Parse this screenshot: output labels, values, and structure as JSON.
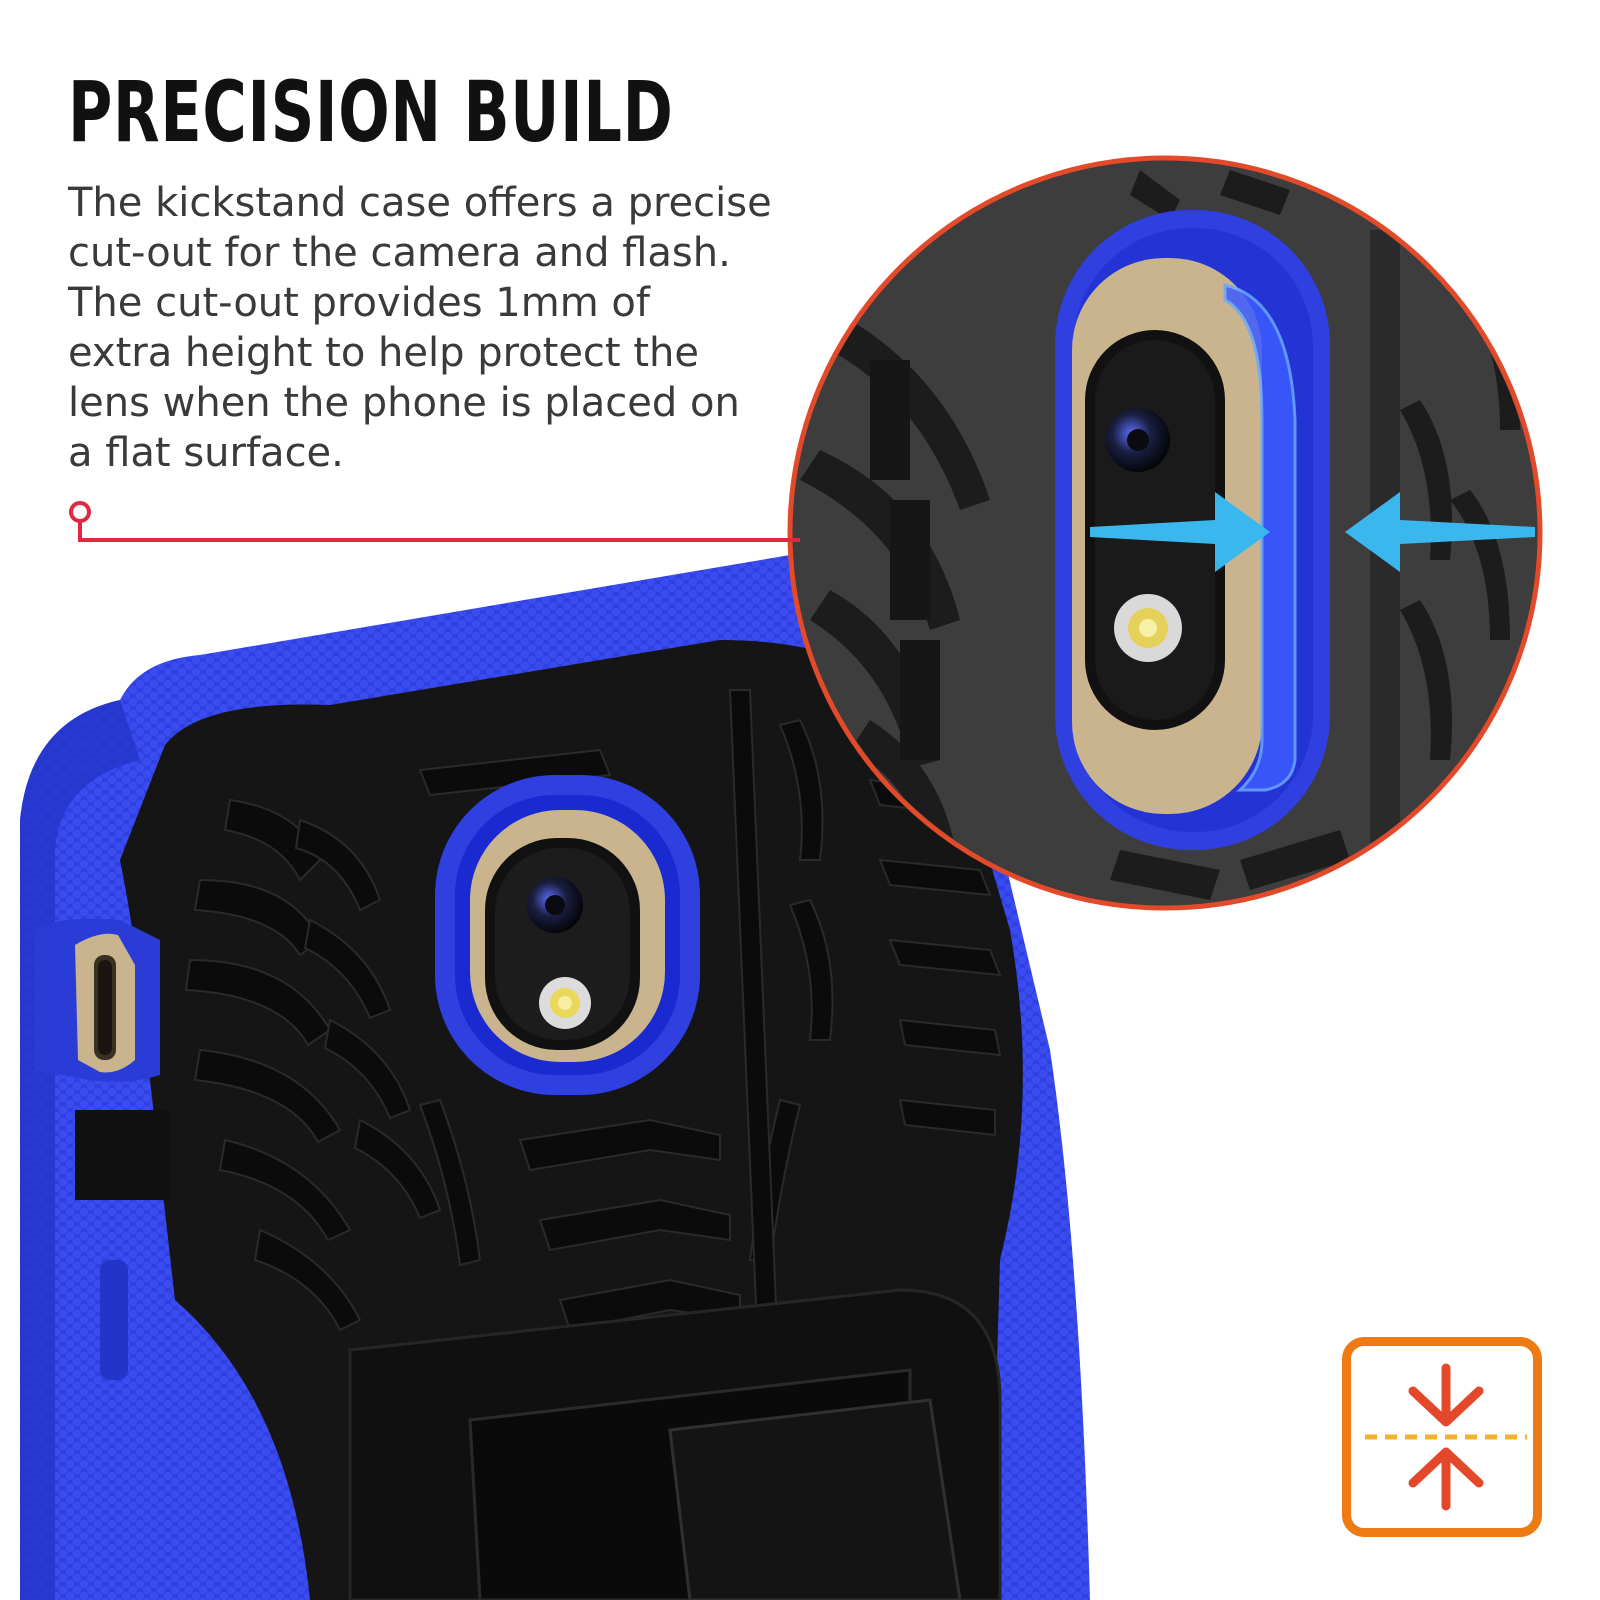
{
  "headline": "PRECISION BUILD",
  "body_lines": [
    "The kickstand case offers a precise",
    "cut-out for the camera and flash.",
    "The cut-out provides 1mm of",
    "extra height to help protect the",
    "lens when the phone is placed on",
    "a flat surface."
  ],
  "colors": {
    "case_blue": "#2f3fe0",
    "case_black": "#141414",
    "camera_gold": "#c9b48e",
    "callout_line": "#e0283e",
    "zoom_circle_border": "#e24a2a",
    "measure_arrow": "#3ab8ee",
    "badge_orange": "#ee7b12",
    "badge_arrow": "#e4482a",
    "badge_dash": "#f3b12c"
  },
  "icons": {
    "badge": "compress-arrows-icon"
  }
}
